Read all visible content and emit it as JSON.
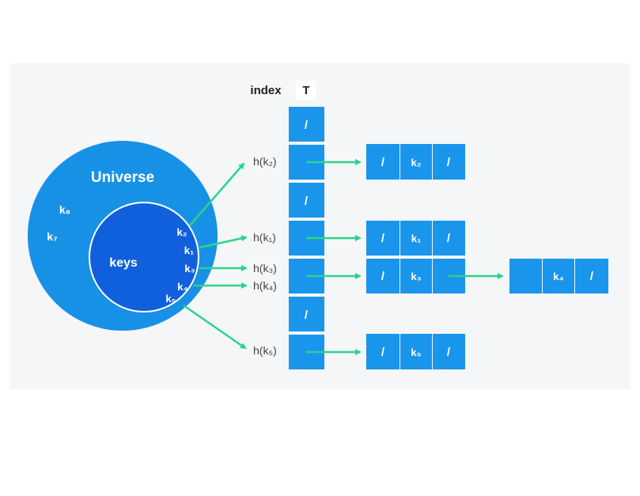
{
  "header": {
    "index": "index",
    "table": "T"
  },
  "universe": {
    "label": "Universe",
    "outside_keys": [
      "k₈",
      "k₇"
    ]
  },
  "keys_set": {
    "label": "keys",
    "keys": [
      "k₂",
      "k₁",
      "k₃",
      "k₄",
      "k₅"
    ]
  },
  "slot_marks": [
    "/",
    "",
    "/",
    "",
    "",
    "/",
    ""
  ],
  "hash_labels": [
    "h(k₂)",
    "h(k₁)",
    "h(k₃)",
    "h(k₄)",
    "h(k₅)"
  ],
  "chains": [
    [
      {
        "prev": "/",
        "key": "k₂",
        "next": "/"
      }
    ],
    [
      {
        "prev": "/",
        "key": "k₁",
        "next": "/"
      }
    ],
    [
      {
        "prev": "/",
        "key": "k₃",
        "next": ""
      },
      {
        "prev": "",
        "key": "k₄",
        "next": "/"
      }
    ],
    [
      {
        "prev": "/",
        "key": "k₅",
        "next": "/"
      }
    ]
  ],
  "colors": {
    "background_panel": "#f4f6f8",
    "universe_circle": "#1791e6",
    "keys_circle": "#1060dd",
    "table_cell": "#1a95ec",
    "arrow": "#2bd489"
  }
}
